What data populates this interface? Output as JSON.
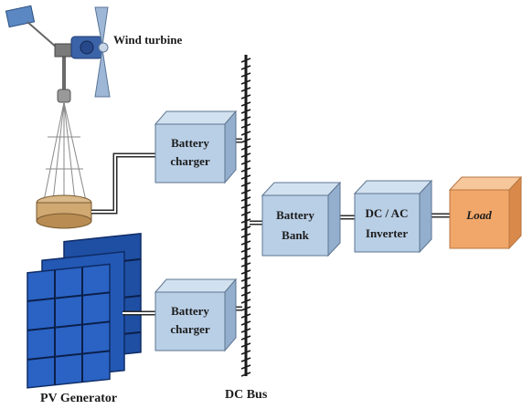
{
  "labels": {
    "wind_turbine": "Wind turbine",
    "pv_generator": "PV Generator",
    "dc_bus": "DC Bus",
    "battery_charger_top": [
      "Battery",
      "charger"
    ],
    "battery_charger_bottom": [
      "Battery",
      "charger"
    ],
    "battery_bank": [
      "Battery",
      "Bank"
    ],
    "inverter": [
      "DC / AC",
      "Inverter"
    ],
    "load": "Load"
  },
  "colors": {
    "component_box": "#b9cfe6",
    "load_box": "#f2a76a",
    "bus": "#1a1a1a",
    "pv_panel": "#1f4fa3"
  },
  "icons": {
    "wind_turbine": "wind-turbine-icon",
    "pv_array": "solar-panel-icon"
  }
}
